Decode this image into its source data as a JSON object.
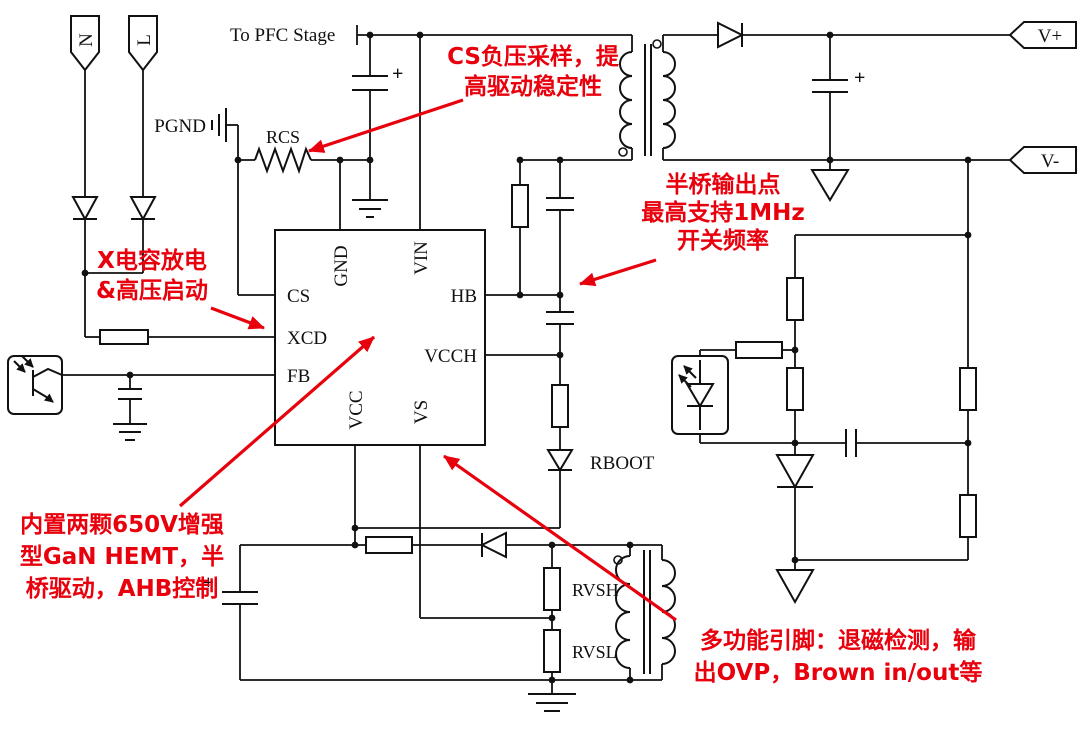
{
  "connectors": {
    "n": "N",
    "l": "L",
    "v_plus": "V+",
    "v_minus": "V-"
  },
  "labels": {
    "to_pfc_stage": "To PFC Stage",
    "pgnd": "PGND",
    "rcs": "RCS",
    "rboot": "RBOOT",
    "rvsh": "RVSH",
    "rvsl": "RVSL",
    "plus": "+"
  },
  "ic_pins": {
    "cs": "CS",
    "xcd": "XCD",
    "fb": "FB",
    "gnd": "GND",
    "vin": "VIN",
    "hb": "HB",
    "vcch": "VCCH",
    "vcc": "VCC",
    "vs": "VS"
  },
  "annotations": {
    "cs_sense": {
      "line1": "CS负压采样，提",
      "line2": "高驱动稳定性"
    },
    "half_bridge": {
      "line1": "半桥输出点",
      "line2": "最高支持1MHz",
      "line3": "开关频率"
    },
    "x_cap": {
      "line1": "X电容放电",
      "line2": "&高压启动"
    },
    "gan": {
      "line1": "内置两颗650V增强",
      "line2": "型GaN HEMT，半",
      "line3": "桥驱动，AHB控制"
    },
    "multi_pin": {
      "line1": "多功能引脚：退磁检测，输",
      "line2": "出OVP，Brown in/out等"
    }
  },
  "colors": {
    "annotation_red": "#e8000d",
    "line": "#111111",
    "background": "#ffffff"
  }
}
